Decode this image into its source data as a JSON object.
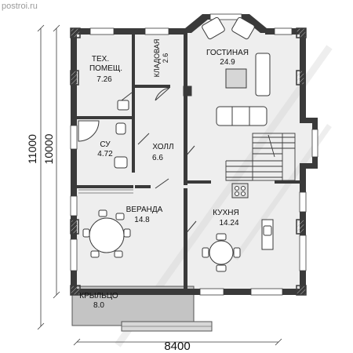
{
  "watermark": "postroi.ru",
  "dimensions": {
    "overall_height": "11000",
    "inner_height": "10000",
    "width": "8400"
  },
  "rooms": {
    "living": {
      "name": "ГОСТИНАЯ",
      "area": "24.9"
    },
    "tech": {
      "name_line1": "ТЕХ.",
      "name_line2": "ПОМЕЩ.",
      "area": "7.26"
    },
    "pantry": {
      "name": "КЛАДОВАЯ",
      "area": "2.6"
    },
    "bathroom": {
      "name": "СУ",
      "area": "4.72"
    },
    "hall": {
      "name": "ХОЛЛ",
      "area": "6.6"
    },
    "veranda": {
      "name": "ВЕРАНДА",
      "area": "14.8"
    },
    "kitchen": {
      "name": "КУХНЯ",
      "area": "14.24"
    },
    "porch": {
      "name": "КРЫЛЬЦО",
      "area": "8.0"
    }
  },
  "colors": {
    "wall": "#3a3a3a",
    "hatch": "#d9d9d9",
    "floor": "#eeeeee",
    "porch": "#c4c4c4"
  }
}
